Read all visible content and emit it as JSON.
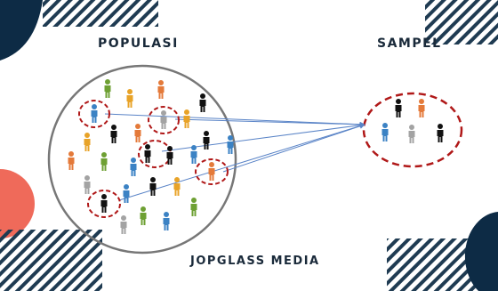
{
  "labels": {
    "population": "POPULASI",
    "sample": "SAMPEL",
    "brand": "JOPGLASS MEDIA"
  },
  "colors": {
    "text": "#1a2a3a",
    "navy": "#0d2b45",
    "coral": "#ef6a5a",
    "population_ring": "#777777",
    "dashed_ring": "#b01818",
    "arrow": "#5a84c7",
    "hatch": "#1f3b52",
    "person_palette": [
      "#3b82c4",
      "#6ea033",
      "#e8a328",
      "#e47a3a",
      "#a3a3a3",
      "#111111"
    ]
  },
  "icons": [
    "person-icon",
    "arrow-icon",
    "hatch-pattern"
  ],
  "selected_count": 5
}
